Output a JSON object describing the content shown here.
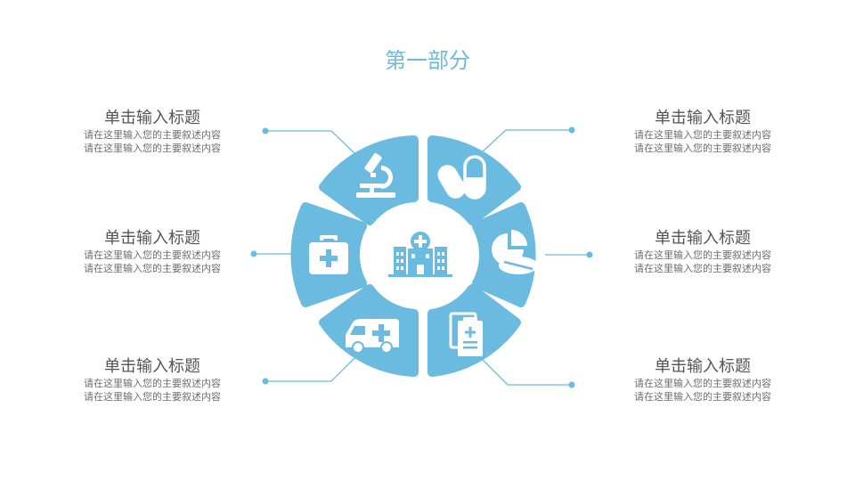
{
  "title": "第一部分",
  "items": [
    {
      "title": "单击输入标题",
      "desc1": "请在这里输入您的主要叙述内容",
      "desc2": "请在这里输入您的主要叙述内容"
    },
    {
      "title": "单击输入标题",
      "desc1": "请在这里输入您的主要叙述内容",
      "desc2": "请在这里输入您的主要叙述内容"
    },
    {
      "title": "单击输入标题",
      "desc1": "请在这里输入您的主要叙述内容",
      "desc2": "请在这里输入您的主要叙述内容"
    },
    {
      "title": "单击输入标题",
      "desc1": "请在这里输入您的主要叙述内容",
      "desc2": "请在这里输入您的主要叙述内容"
    },
    {
      "title": "单击输入标题",
      "desc1": "请在这里输入您的主要叙述内容",
      "desc2": "请在这里输入您的主要叙述内容"
    },
    {
      "title": "单击输入标题",
      "desc1": "请在这里输入您的主要叙述内容",
      "desc2": "请在这里输入您的主要叙述内容"
    }
  ],
  "segments": [
    {
      "icon": "microscope-icon"
    },
    {
      "icon": "pills-icon"
    },
    {
      "icon": "pie-tablet-icon"
    },
    {
      "icon": "clipboard-icon"
    },
    {
      "icon": "ambulance-icon"
    },
    {
      "icon": "first-aid-kit-icon"
    }
  ],
  "center_icon": "hospital-icon",
  "colors": {
    "accent": "#6bbbe0",
    "title": "#6bbbe0",
    "text": "#666666"
  }
}
